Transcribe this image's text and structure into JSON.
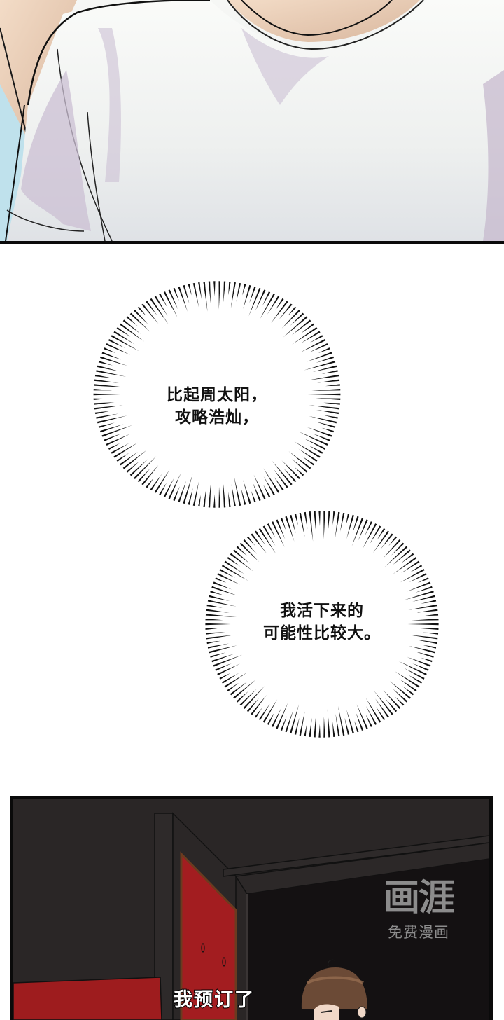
{
  "page": {
    "type": "webtoon-strip",
    "background": "#ffffff"
  },
  "panels": [
    {
      "id": "panel-1",
      "description": "close-up of character wearing white t-shirt",
      "colors": {
        "shirt": "#f3f4f2",
        "shirt_shadow": "#cbbfd3",
        "skin": "#e8cbb4",
        "background_blue": "#bfe1ec",
        "border": "#0a0a0a"
      }
    },
    {
      "id": "panel-2",
      "description": "dark room with red door and red table, brown-haired character entering bottom right",
      "colors": {
        "wall": "#2a2626",
        "red": "#9e1c1e",
        "hair": "#6b4a36",
        "border": "#0a0a0a"
      }
    }
  ],
  "thought_bubbles": [
    {
      "id": "burst-1",
      "lines": [
        "比起周太阳，",
        "攻略浩灿，"
      ]
    },
    {
      "id": "burst-2",
      "lines": [
        "我活下来的",
        "可能性比较大。"
      ]
    }
  ],
  "caption": {
    "text": "我预订了"
  },
  "watermark": {
    "logo": "画涯",
    "subtitle": "免费漫画",
    "color": "#8c8c8c"
  }
}
